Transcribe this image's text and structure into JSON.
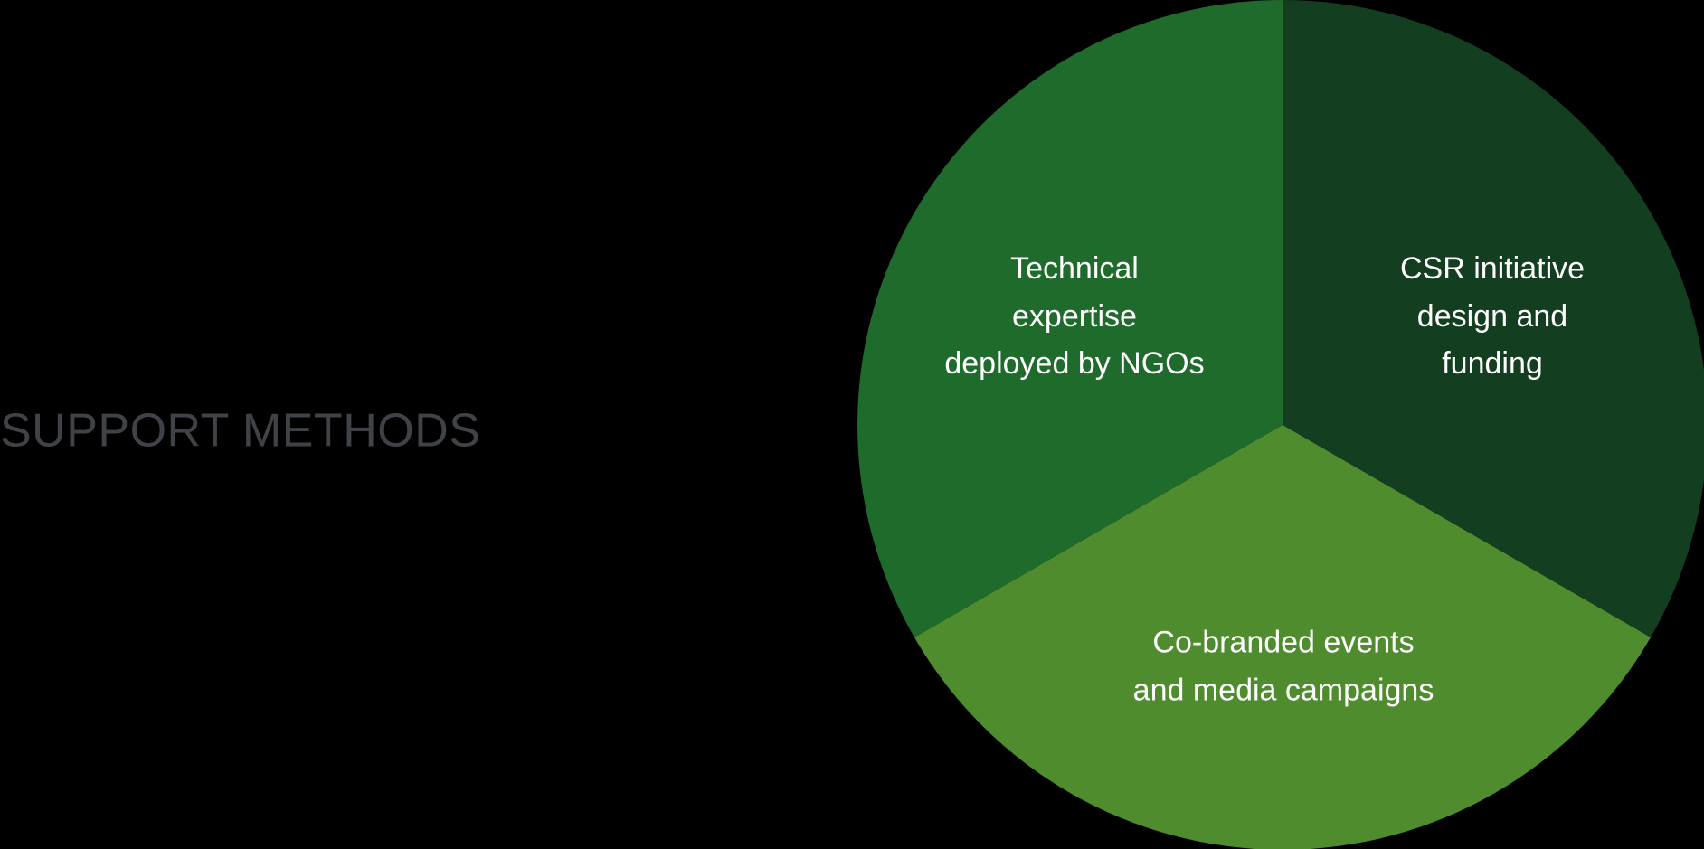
{
  "page": {
    "background_color": "#000000"
  },
  "title": {
    "text": "SUPPORT METHODS",
    "color": "#3f4347"
  },
  "chart_data": {
    "type": "pie",
    "title": "SUPPORT METHODS",
    "legend_position": "none",
    "labels_inside": true,
    "label_color": "#ffffff",
    "background": "#000000",
    "slices": [
      {
        "label": "CSR initiative design and funding",
        "value": 33.3,
        "color": "#133e20",
        "lines": [
          "CSR initiative",
          "design and",
          "funding"
        ]
      },
      {
        "label": "Co-branded events and media campaigns",
        "value": 33.3,
        "color": "#4f8c2e",
        "lines": [
          "Co-branded events",
          "and media campaigns"
        ]
      },
      {
        "label": "Technical expertise deployed by NGOs",
        "value": 33.3,
        "color": "#1e6b2c",
        "lines": [
          "Technical",
          "expertise",
          "deployed by NGOs"
        ]
      }
    ]
  }
}
